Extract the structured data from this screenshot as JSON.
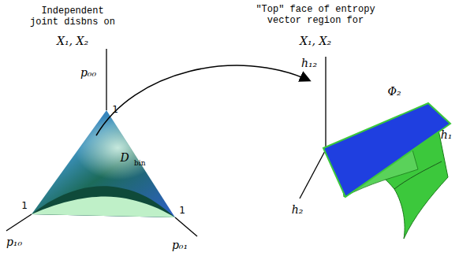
{
  "diagram": {
    "labels": [
      "Independent joint disbns on",
      "X₁, X₂",
      "\"Top\" face of entropy vector region for",
      "X₁, X₂",
      "p₀₀",
      "1",
      "1",
      "p₁₀",
      "1",
      "p₀₁",
      "D",
      "bin",
      "h₁₂",
      "Φ₂",
      "h₁",
      "h₂"
    ]
  }
}
